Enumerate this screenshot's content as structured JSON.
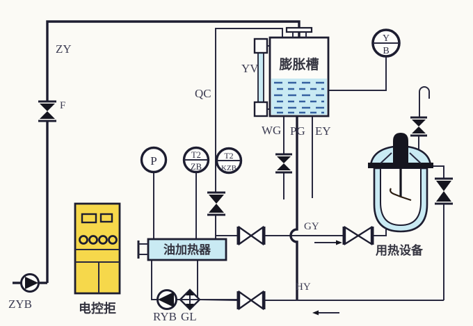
{
  "labels": {
    "zy": "ZY",
    "f": "F",
    "qc": "QC",
    "yv": "YV",
    "expansion_tank": "膨胀槽",
    "wg": "WG",
    "pg": "PG",
    "ey": "EY",
    "gy": "GY",
    "hy": "HY",
    "zyb": "ZYB",
    "ryb": "RYB",
    "gl": "GL",
    "control_cabinet": "电控拒",
    "oil_heater": "油加热器",
    "heat_equipment": "用热设备"
  },
  "instruments": {
    "p": "P",
    "t2zb_top": "T2",
    "t2zb_bottom": "ZB",
    "t2kzb_top": "T2",
    "t2kzb_bottom": "KZB",
    "yb_top": "Y",
    "yb_bottom": "B"
  },
  "colors": {
    "line": "#28283e",
    "liquid_fill": "#c9eaf3",
    "cabinet_fill": "#f6d84b",
    "level_dash": "#3560a0",
    "background": "#fbfaf5"
  }
}
